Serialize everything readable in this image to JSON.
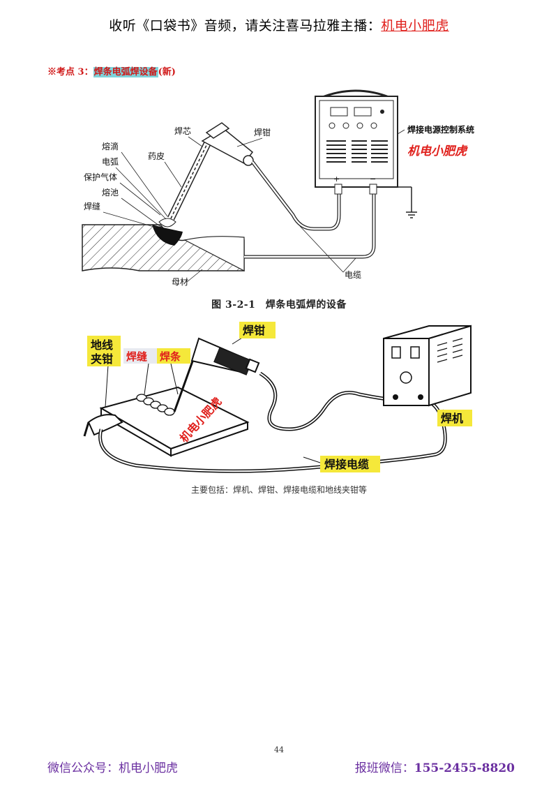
{
  "header": {
    "text": "收听《口袋书》音频，请关注喜马拉雅主播：",
    "author": "机电小肥虎"
  },
  "section": {
    "prefix": "※考点 3：",
    "highlighted": "焊条电弧焊设备",
    "suffix": "(新)"
  },
  "figure1": {
    "labels": {
      "core": "焊芯",
      "holder": "焊钳",
      "droplet": "熔滴",
      "coating": "药皮",
      "arc": "电弧",
      "shield_gas": "保护气体",
      "pool": "熔池",
      "seam": "焊缝",
      "power_control": "焊接电源控制系统",
      "watermark": "机电小肥虎",
      "plus": "+",
      "minus": "−",
      "cable": "电缆",
      "base_metal": "母材"
    },
    "caption": "图 3-2-1　焊条电弧焊的设备"
  },
  "figure2": {
    "labels": {
      "holder": "焊钳",
      "ground_clamp_1": "地线",
      "ground_clamp_2": "夹钳",
      "seam": "焊缝",
      "rod": "焊条",
      "machine": "焊机",
      "cable": "焊接电缆",
      "watermark": "机电小肥虎"
    },
    "caption": "主要包括：焊机、焊钳、焊接电缆和地线夹钳等"
  },
  "page_number": "44",
  "footer": {
    "left": "微信公众号：机电小肥虎",
    "right_label": "报班微信：",
    "right_number": "155-2455-8820"
  },
  "colors": {
    "header_author": "#e0201c",
    "section_title": "#d01818",
    "highlight": "#7ed3da",
    "footer": "#6a2fa0",
    "label_box": "#f5e83a"
  }
}
